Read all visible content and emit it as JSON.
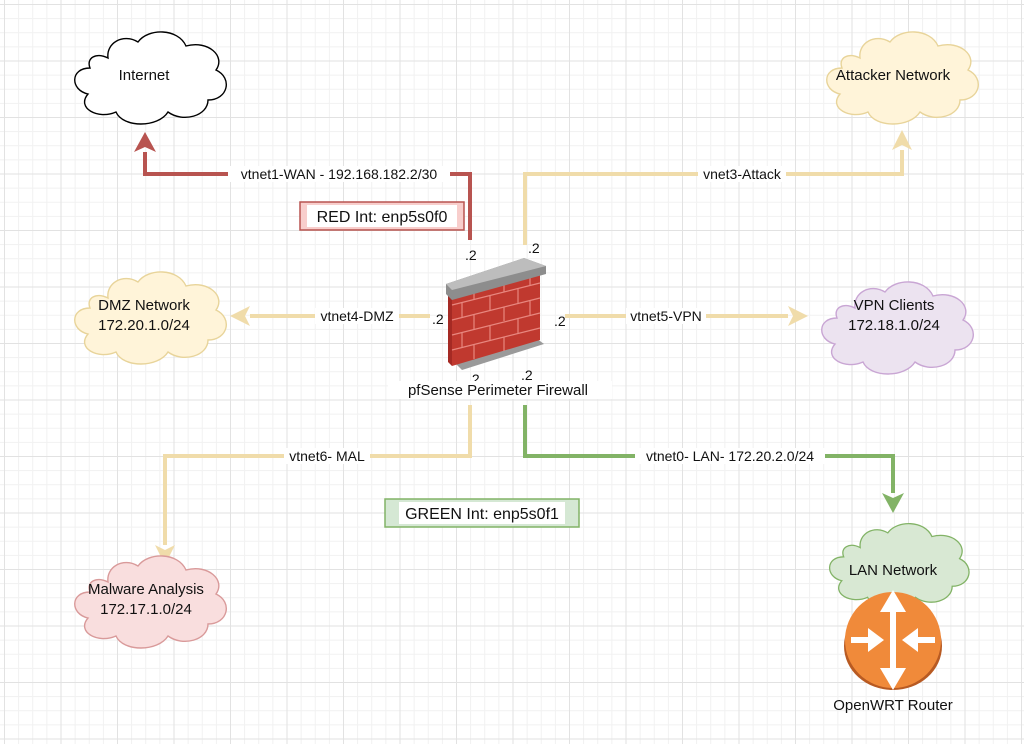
{
  "diagram": {
    "firewall": {
      "label": "pfSense Perimeter Firewall"
    },
    "clouds": {
      "internet": {
        "lines": [
          "Internet"
        ],
        "fill": "#ffffff",
        "stroke": "#000000"
      },
      "attacker": {
        "lines": [
          "Attacker Network"
        ],
        "fill": "#fff4d9",
        "stroke": "#e8d49a"
      },
      "dmz": {
        "lines": [
          "DMZ Network",
          "172.20.1.0/24"
        ],
        "fill": "#fff4d9",
        "stroke": "#e8d49a"
      },
      "vpn": {
        "lines": [
          "VPN Clients",
          "172.18.1.0/24"
        ],
        "fill": "#ece3f0",
        "stroke": "#c9a6d4"
      },
      "malware": {
        "lines": [
          "Malware Analysis",
          "172.17.1.0/24"
        ],
        "fill": "#f9dede",
        "stroke": "#d99a9a"
      },
      "lan": {
        "lines": [
          "LAN Network"
        ],
        "fill": "#d8e8d3",
        "stroke": "#82b366"
      }
    },
    "router": {
      "label": "OpenWRT Router",
      "color": "#f08a3a"
    },
    "edges": {
      "wan": {
        "label": "vtnet1-WAN - 192.168.182.2/30",
        "color": "#b85450",
        "ip": ".2"
      },
      "attack": {
        "label": "vnet3-Attack",
        "color": "#f0dcaa",
        "ip": ".2"
      },
      "dmz": {
        "label": "vtnet4-DMZ",
        "color": "#f0dcaa",
        "ip": ".2"
      },
      "vpn": {
        "label": "vtnet5-VPN",
        "color": "#f0dcaa",
        "ip": ".2"
      },
      "mal": {
        "label": "vtnet6- MAL",
        "color": "#f0dcaa",
        "ip": ".2"
      },
      "lan": {
        "label": "vtnet0- LAN- 172.20.2.0/24",
        "color": "#82b366",
        "ip": ".2"
      }
    },
    "interface_boxes": {
      "red": {
        "label": "RED Int: enp5s0f0",
        "fill": "#f8cecc",
        "stroke": "#b85450"
      },
      "green": {
        "label": "GREEN Int: enp5s0f1",
        "fill": "#d5e8d4",
        "stroke": "#82b366"
      }
    }
  }
}
